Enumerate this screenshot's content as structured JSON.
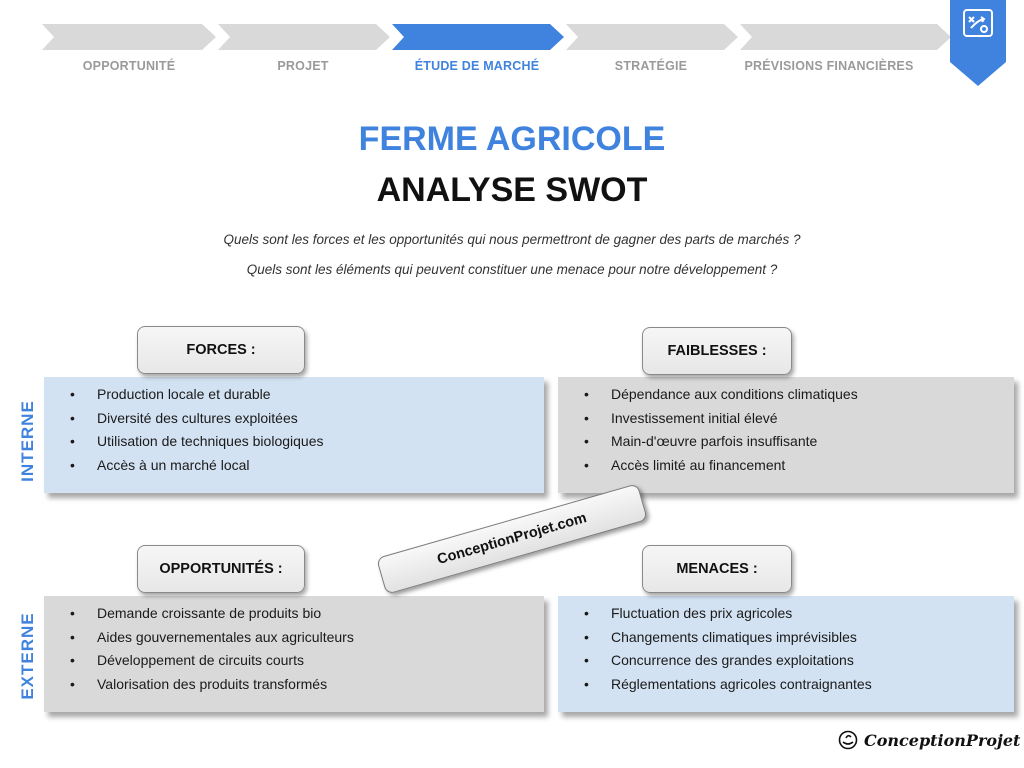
{
  "steps": [
    {
      "label": "OPPORTUNITÉ",
      "active": false
    },
    {
      "label": "PROJET",
      "active": false
    },
    {
      "label": "ÉTUDE DE MARCHÉ",
      "active": true
    },
    {
      "label": "STRATÉGIE",
      "active": false
    },
    {
      "label": "PRÉVISIONS FINANCIÈRES",
      "active": false
    }
  ],
  "colors": {
    "accent": "#3f83de",
    "step_inactive": "#d9d9d9",
    "quad_blue": "#d3e2f2",
    "quad_grey": "#d9d9d9",
    "badge": "#3f83de"
  },
  "badge": {
    "icon": "strategy-board-icon"
  },
  "title": {
    "line1": "FERME AGRICOLE",
    "line2": "ANALYSE SWOT"
  },
  "questions": {
    "q1": "Quels sont les forces et les opportunités qui nous permettront de gagner des parts de marchés ?",
    "q2": "Quels sont les éléments qui peuvent constituer une menace pour notre développement ?"
  },
  "axis": {
    "interne": "INTERNE",
    "externe": "EXTERNE"
  },
  "swot": {
    "forces": {
      "header": "FORCES :",
      "items": [
        "Production locale et durable",
        "Diversité des cultures exploitées",
        "Utilisation de techniques biologiques",
        "Accès à un marché local"
      ]
    },
    "faiblesses": {
      "header": "FAIBLESSES :",
      "items": [
        "Dépendance aux conditions climatiques",
        "Investissement initial élevé",
        "Main-d'œuvre parfois insuffisante",
        "Accès limité au financement"
      ]
    },
    "opportunites": {
      "header": "OPPORTUNITÉS :",
      "items": [
        "Demande croissante de produits bio",
        "Aides gouvernementales aux agriculteurs",
        "Développement de circuits courts",
        "Valorisation des produits transformés"
      ]
    },
    "menaces": {
      "header": "MENACES :",
      "items": [
        "Fluctuation des prix agricoles",
        "Changements climatiques imprévisibles",
        "Concurrence des grandes exploitations",
        "Réglementations agricoles contraignantes"
      ]
    }
  },
  "watermark": "ConceptionProjet.com",
  "footer": {
    "logo_text": "ConceptionProjet",
    "logo_icon": "chef-hat-icon"
  }
}
